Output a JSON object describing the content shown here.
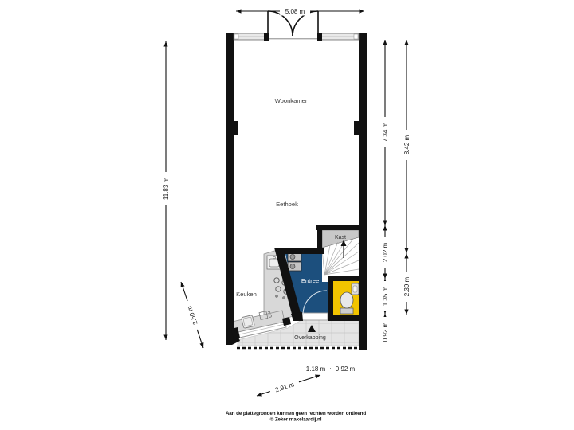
{
  "rooms": {
    "woonkamer": "Woonkamer",
    "eethoek": "Eethoek",
    "keuken": "Keuken",
    "entree": "Entree",
    "kast": "Kast",
    "overkapping": "Overkapping"
  },
  "dimensions": {
    "top_width": "5.08 m",
    "left_height": "11.83 m",
    "right_inner": [
      "7.34 m",
      "2.02 m",
      "1.35 m",
      "0.92 m"
    ],
    "right_outer": [
      "8.42 m",
      "2.39 m"
    ],
    "bottom": [
      "1.18 m",
      "0.92 m"
    ],
    "diagonal_entrance": "2.91 m",
    "diagonal_kitchen": "2.50 m"
  },
  "footer": {
    "disclaimer": "Aan de plattegronden kunnen geen rechten worden ontleend",
    "credit": "© Zeker makelaardij.nl"
  },
  "colors": {
    "wall": "#111111",
    "entree": "#1c4f7d",
    "toilet": "#f2c400",
    "kast": "#c8c8c8",
    "counter": "#d8d8d8",
    "glass": "#ffffff",
    "overkapping": "#e4e4e4",
    "dimension_line": "#111111"
  }
}
